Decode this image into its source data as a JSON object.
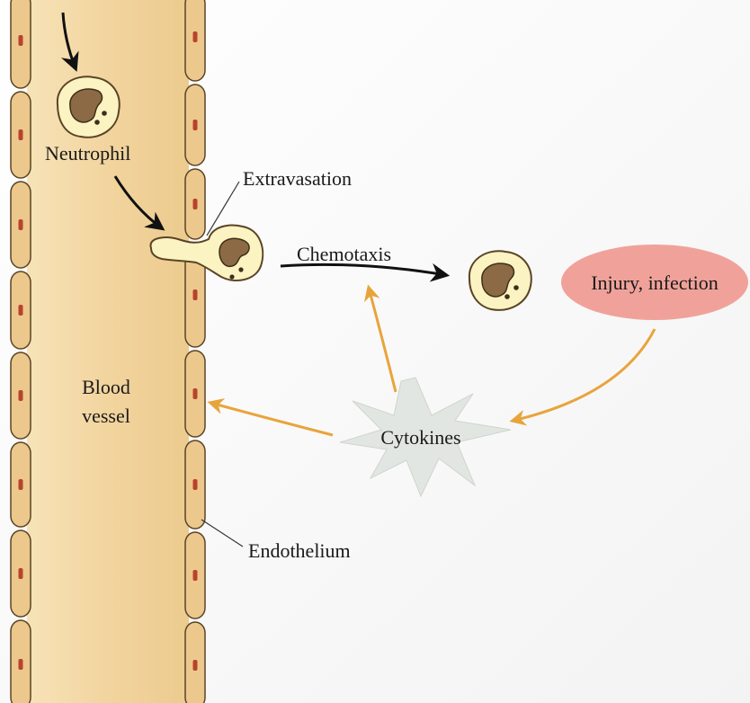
{
  "labels": {
    "neutrophil": "Neutrophil",
    "extravasation": "Extravasation",
    "chemotaxis": "Chemotaxis",
    "injury": "Injury, infection",
    "blood_vessel_line1": "Blood",
    "blood_vessel_line2": "vessel",
    "cytokines": "Cytokines",
    "endothelium": "Endothelium"
  },
  "colors": {
    "vessel_fill": "#f3d9a8",
    "endothelial_cell": "#ecc88c",
    "cell_outline": "#5a4426",
    "cell_nucleus_mark": "#b8432c",
    "neutrophil_body": "#fbf3c2",
    "neutrophil_nucleus": "#8b6a45",
    "injury_fill": "#f0a29a",
    "cytokine_arrow": "#e8a43c",
    "cytokine_burst": "#e2e6e2",
    "chemotaxis_arrow": "#111111"
  },
  "icons": [
    "neutrophil-cell-icon",
    "cytokine-burst-icon",
    "endothelial-cell-icon"
  ]
}
